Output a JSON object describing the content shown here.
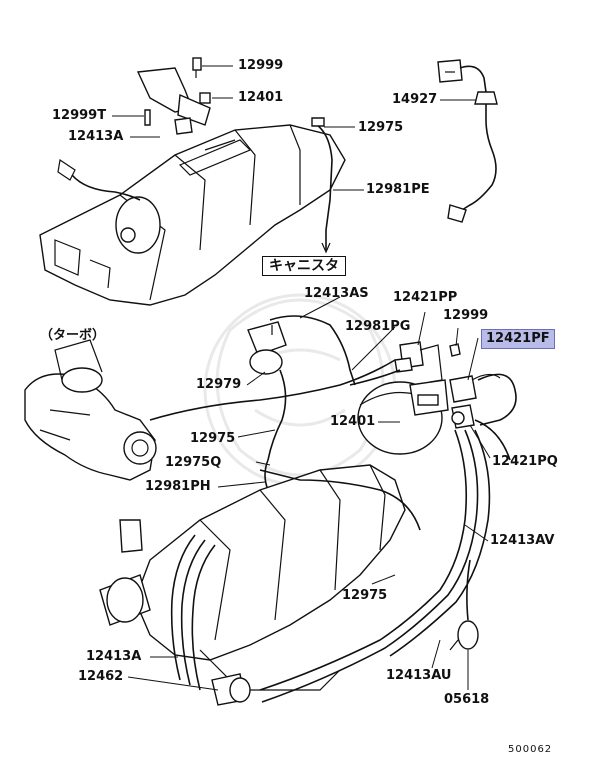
{
  "labels": {
    "l12999_top": "12999",
    "l12401_top": "12401",
    "l12999T": "12999T",
    "l12413A_top": "12413A",
    "l12975_top": "12975",
    "l14927": "14927",
    "l12981PE": "12981PE",
    "canister": "キャニスタ",
    "l12413AS": "12413AS",
    "l12421PP": "12421PP",
    "turbo": "（ターボ）",
    "l12981PG": "12981PG",
    "l12999_mid": "12999",
    "l12421PF": "12421PF",
    "l12979": "12979",
    "l12401_mid": "12401",
    "l12975_mid": "12975",
    "l12421PQ": "12421PQ",
    "l12975Q": "12975Q",
    "l12981PH": "12981PH",
    "l12413AV": "12413AV",
    "l12975_low": "12975",
    "l12413A_low": "12413A",
    "l12413AU": "12413AU",
    "l12462": "12462",
    "l05618": "05618",
    "diagram_id": "500062"
  },
  "highlight_color": "#b9bce8"
}
